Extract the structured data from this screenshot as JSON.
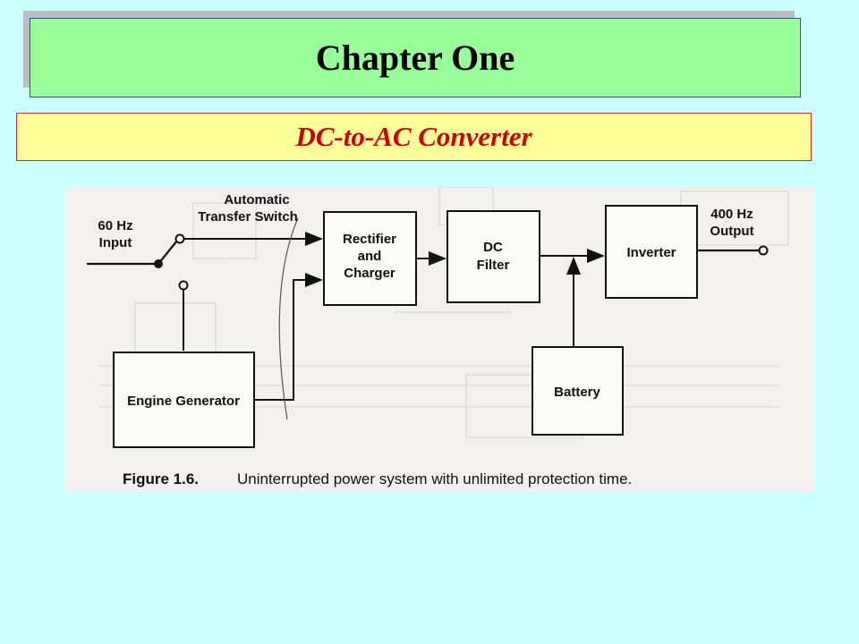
{
  "slide": {
    "title": "Chapter One",
    "subtitle": "DC-to-AC Converter"
  },
  "figure": {
    "labels": {
      "input_line1": "60 Hz",
      "input_line2": "Input",
      "switch_line1": "Automatic",
      "switch_line2": "Transfer Switch",
      "rectifier_line1": "Rectifier",
      "rectifier_line2": "and",
      "rectifier_line3": "Charger",
      "filter_line1": "DC",
      "filter_line2": "Filter",
      "inverter": "Inverter",
      "output_line1": "400 Hz",
      "output_line2": "Output",
      "generator": "Engine Generator",
      "battery": "Battery"
    },
    "caption_number": "Figure 1.6.",
    "caption_text": "Uninterrupted power system with unlimited protection time."
  }
}
